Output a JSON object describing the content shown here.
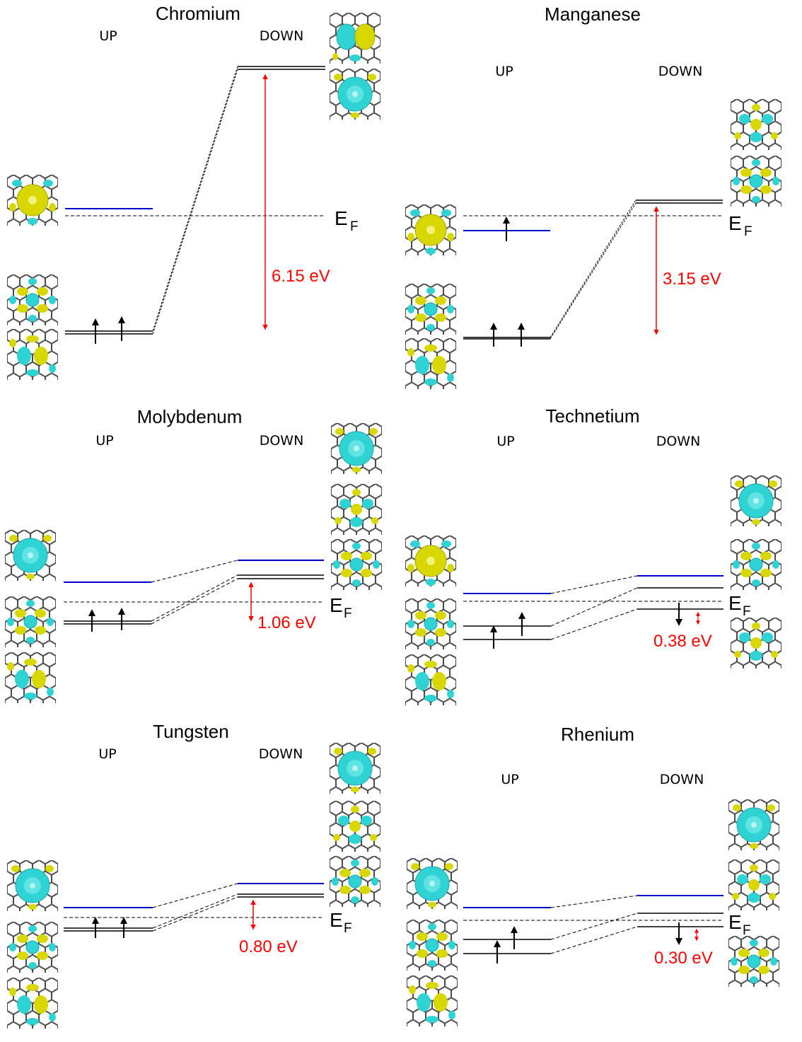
{
  "labels": {
    "up": "UP",
    "down": "DOWN",
    "fermi": "E",
    "fermi_sub": "F"
  },
  "colors": {
    "level": "#000000",
    "lumo": "#0000cc",
    "gap_arrow": "#ff0000",
    "orbital_positive": "#2fd3d3",
    "orbital_negative": "#d8d800",
    "lattice": "#4a4a4a"
  },
  "panels": [
    {
      "element": "Chromium",
      "gap": "6.15 eV",
      "down_electrons": 0
    },
    {
      "element": "Manganese",
      "gap": "3.15 eV",
      "down_electrons": 0
    },
    {
      "element": "Molybdenum",
      "gap": "1.06 eV",
      "down_electrons": 0
    },
    {
      "element": "Technetium",
      "gap": "0.38 eV",
      "down_electrons": 1
    },
    {
      "element": "Tungsten",
      "gap": "0.80 eV",
      "down_electrons": 0
    },
    {
      "element": "Rhenium",
      "gap": "0.30 eV",
      "down_electrons": 1
    }
  ]
}
